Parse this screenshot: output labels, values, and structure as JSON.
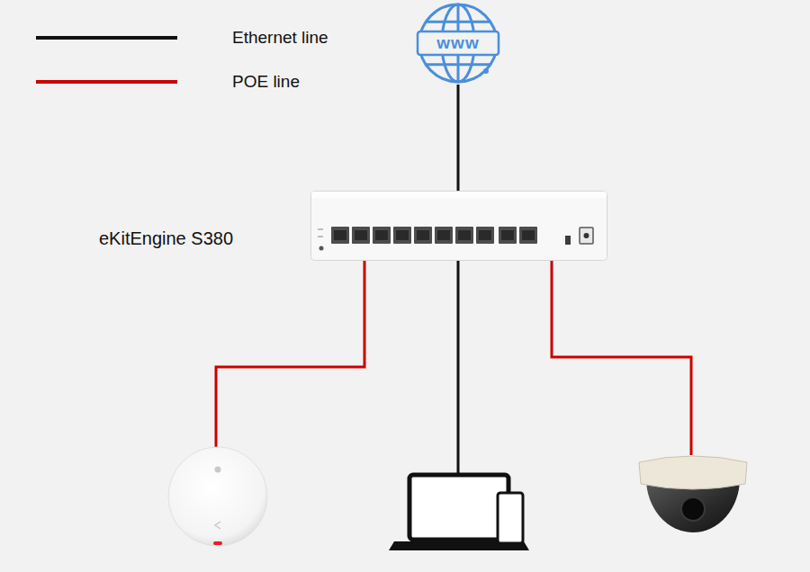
{
  "diagram": {
    "nodes": [
      {
        "text": [
          "www"
        ]
      },
      {
        "text": [
          "eKitEngine S380"
        ]
      }
    ],
    "edges": [
      {
        "from": 0,
        "to": 1,
        "arrow": "none"
      }
    ],
    "legend": [
      {
        "text": "Ethernet line"
      },
      {
        "text": "POE line"
      }
    ]
  }
}
